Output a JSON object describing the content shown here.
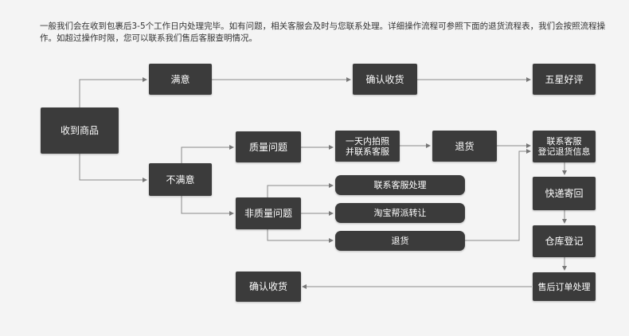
{
  "intro_text": "一般我们会在收到包裹后3-5个工作日内处理完毕。如有问题，相关客服会及时与您联系处理。详细操作流程可参照下面的退货流程表，我们会按照流程操作。如超过操作时限，您可以联系我们售后客服查明情况。",
  "flowchart": {
    "received": "收到商品",
    "satisfied": "满意",
    "confirm_receipt_top": "确认收货",
    "five_star": "五星好评",
    "unsatisfied": "不满意",
    "quality_issue": "质量问题",
    "photo_contact": "一天内拍照\n并联系客服",
    "return_goods": "退货",
    "contact_register": "联系客服\n登记退货信息",
    "non_quality_issue": "非质量问题",
    "contact_service_handle": "联系客服处理",
    "taobao_help_transfer": "淘宝帮派转让",
    "return_small": "退货",
    "express_send_back": "快递寄回",
    "warehouse_register": "仓库登记",
    "after_sale_processing": "售后订单处理",
    "confirm_receipt_bottom": "确认收货"
  }
}
